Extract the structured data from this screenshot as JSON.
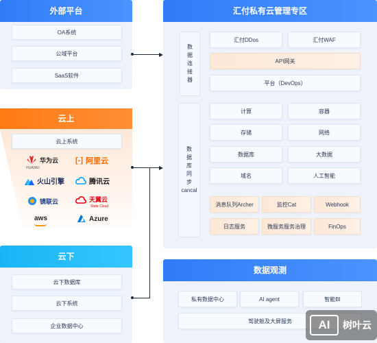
{
  "external": {
    "title": "外部平台",
    "items": [
      "OA系统",
      "公域平台",
      "SaaS软件"
    ]
  },
  "cloud_up": {
    "title": "云上",
    "system": "云上系统",
    "vendors": [
      "华为云",
      "阿里云",
      "火山引擎",
      "腾讯云",
      "镜联云",
      "天翼云",
      "aws",
      "Azure"
    ],
    "vendor_subtitles": {
      "huawei": "HUAWEI",
      "tianyi": "State Cloud"
    }
  },
  "cloud_down": {
    "title": "云下",
    "items": [
      "云下数据库",
      "云下系统",
      "企业数据中心"
    ]
  },
  "private_cloud": {
    "title": "汇付私有云管理专区",
    "connector": [
      "数",
      "据",
      "连",
      "接",
      "器"
    ],
    "sync": [
      "数",
      "据",
      "库",
      "同",
      "步",
      "cancal"
    ],
    "top_boxes": [
      "汇付DDos",
      "汇付WAF"
    ],
    "gateway": "API网关",
    "platform": "平台（DevOps）",
    "grid": [
      "计算",
      "容器",
      "存储",
      "网络",
      "数据库",
      "大数据",
      "域名",
      "人工智能"
    ],
    "services_row1": [
      "消息队列Archer",
      "监控Cat",
      "Webhook"
    ],
    "services_row2": [
      "日志服务",
      "微服务服务治理",
      "FinOps"
    ]
  },
  "observability": {
    "title": "数据观测",
    "items": [
      "私有数据中心",
      "AI agent",
      "智能BI"
    ],
    "bottom": "驾驶舱及大屏服务"
  },
  "watermark": {
    "badge": "AI",
    "text": "树叶云"
  },
  "colors": {
    "blue_header": "#2f7cf6",
    "orange_header": "#ff7a14",
    "cyan_header": "#1ab4f5",
    "panel_bg": "#eef3fb",
    "peach_box": "#fde8d6"
  }
}
